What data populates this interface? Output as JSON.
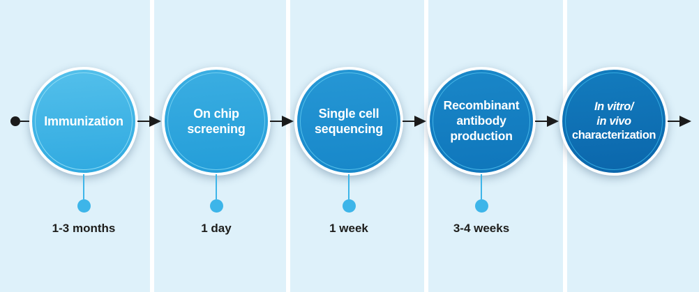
{
  "background": {
    "band_color": "#DEF1FA",
    "gap_color": "#FFFFFF"
  },
  "connectors": {
    "arrow_color": "#1B1B1B",
    "start_dot_color": "#1B1B1B"
  },
  "timeline": {
    "dot_color": "#3DB5E9",
    "line_color": "#3DB5E9",
    "label_color": "#1D1D1B"
  },
  "steps": [
    {
      "label": "Immunization",
      "lines": [
        "Immunization"
      ],
      "duration": "1-3 months",
      "colors": {
        "top": "#54C0EB",
        "bottom": "#2FA9E0",
        "ring": "#8ADAF4"
      }
    },
    {
      "label": "On chip screening",
      "lines": [
        "On chip",
        "screening"
      ],
      "duration": "1 day",
      "colors": {
        "top": "#3BAEE2",
        "bottom": "#239DD8",
        "ring": "#6FCDF0"
      }
    },
    {
      "label": "Single cell sequencing",
      "lines": [
        "Single cell",
        "sequencing"
      ],
      "duration": "1 week",
      "colors": {
        "top": "#2697D5",
        "bottom": "#1787C9",
        "ring": "#55C0EA"
      }
    },
    {
      "label": "Recombinant antibody production",
      "lines": [
        "Recombinant",
        "antibody",
        "production"
      ],
      "duration": "3-4 weeks",
      "colors": {
        "top": "#1A87C8",
        "bottom": "#0F76BB",
        "ring": "#43B4E6"
      }
    },
    {
      "label": "In vitro/ in vivo characterization",
      "lines": [
        "In vitro/",
        "in vivo",
        "characterization"
      ],
      "duration": "",
      "colors": {
        "top": "#137CBE",
        "bottom": "#0B66AB",
        "ring": "#33A9DF"
      }
    }
  ]
}
